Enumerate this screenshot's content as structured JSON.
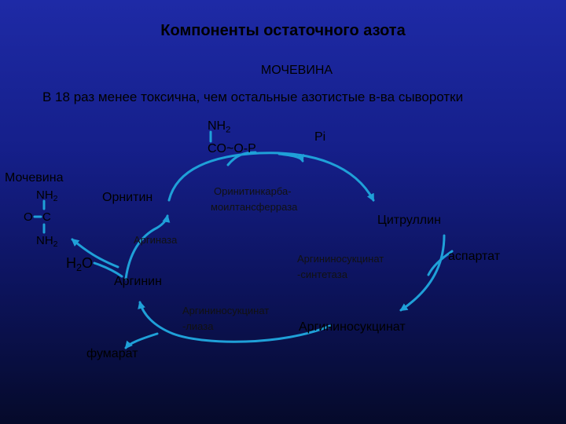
{
  "title": "Компоненты остаточного азота",
  "subtitle": "МОЧЕВИНА",
  "lead": "В 18 раз менее токсична, чем остальные азотистые в-ва сыворотки",
  "carbamoyl": {
    "nh2": "NH",
    "nh2_sub": "2",
    "formula": "CO~O-P",
    "pi": "Pi"
  },
  "urea": {
    "label": "Мочевина",
    "nh2_top": "NH",
    "nh2_top_sub": "2",
    "o": "O",
    "c": "C",
    "nh2_bottom": "NH",
    "nh2_bottom_sub": "2"
  },
  "water": {
    "h": "H",
    "sub": "2",
    "o": "O"
  },
  "cycle": {
    "ornithine": "Орнитин",
    "enzyme_otc_1": "Оринитинкарба-",
    "enzyme_otc_2": "моилтансферраза",
    "citrulline": "Цитруллин",
    "arginase": "Аргиназа",
    "ass_1": "Аргининосукцинат",
    "ass_2": "-синтетаза",
    "aspartate": "аспартат",
    "arginine": "Аргинин",
    "asl_1": "Аргининосукцинат",
    "asl_2": "-лиаза",
    "argininosuccinate": "Аргининосукцинат",
    "fumarate": "фумарат"
  },
  "colors": {
    "arrow": "#1fa0d8",
    "background_top": "#1e2aa6",
    "background_bottom": "#050a2a"
  }
}
